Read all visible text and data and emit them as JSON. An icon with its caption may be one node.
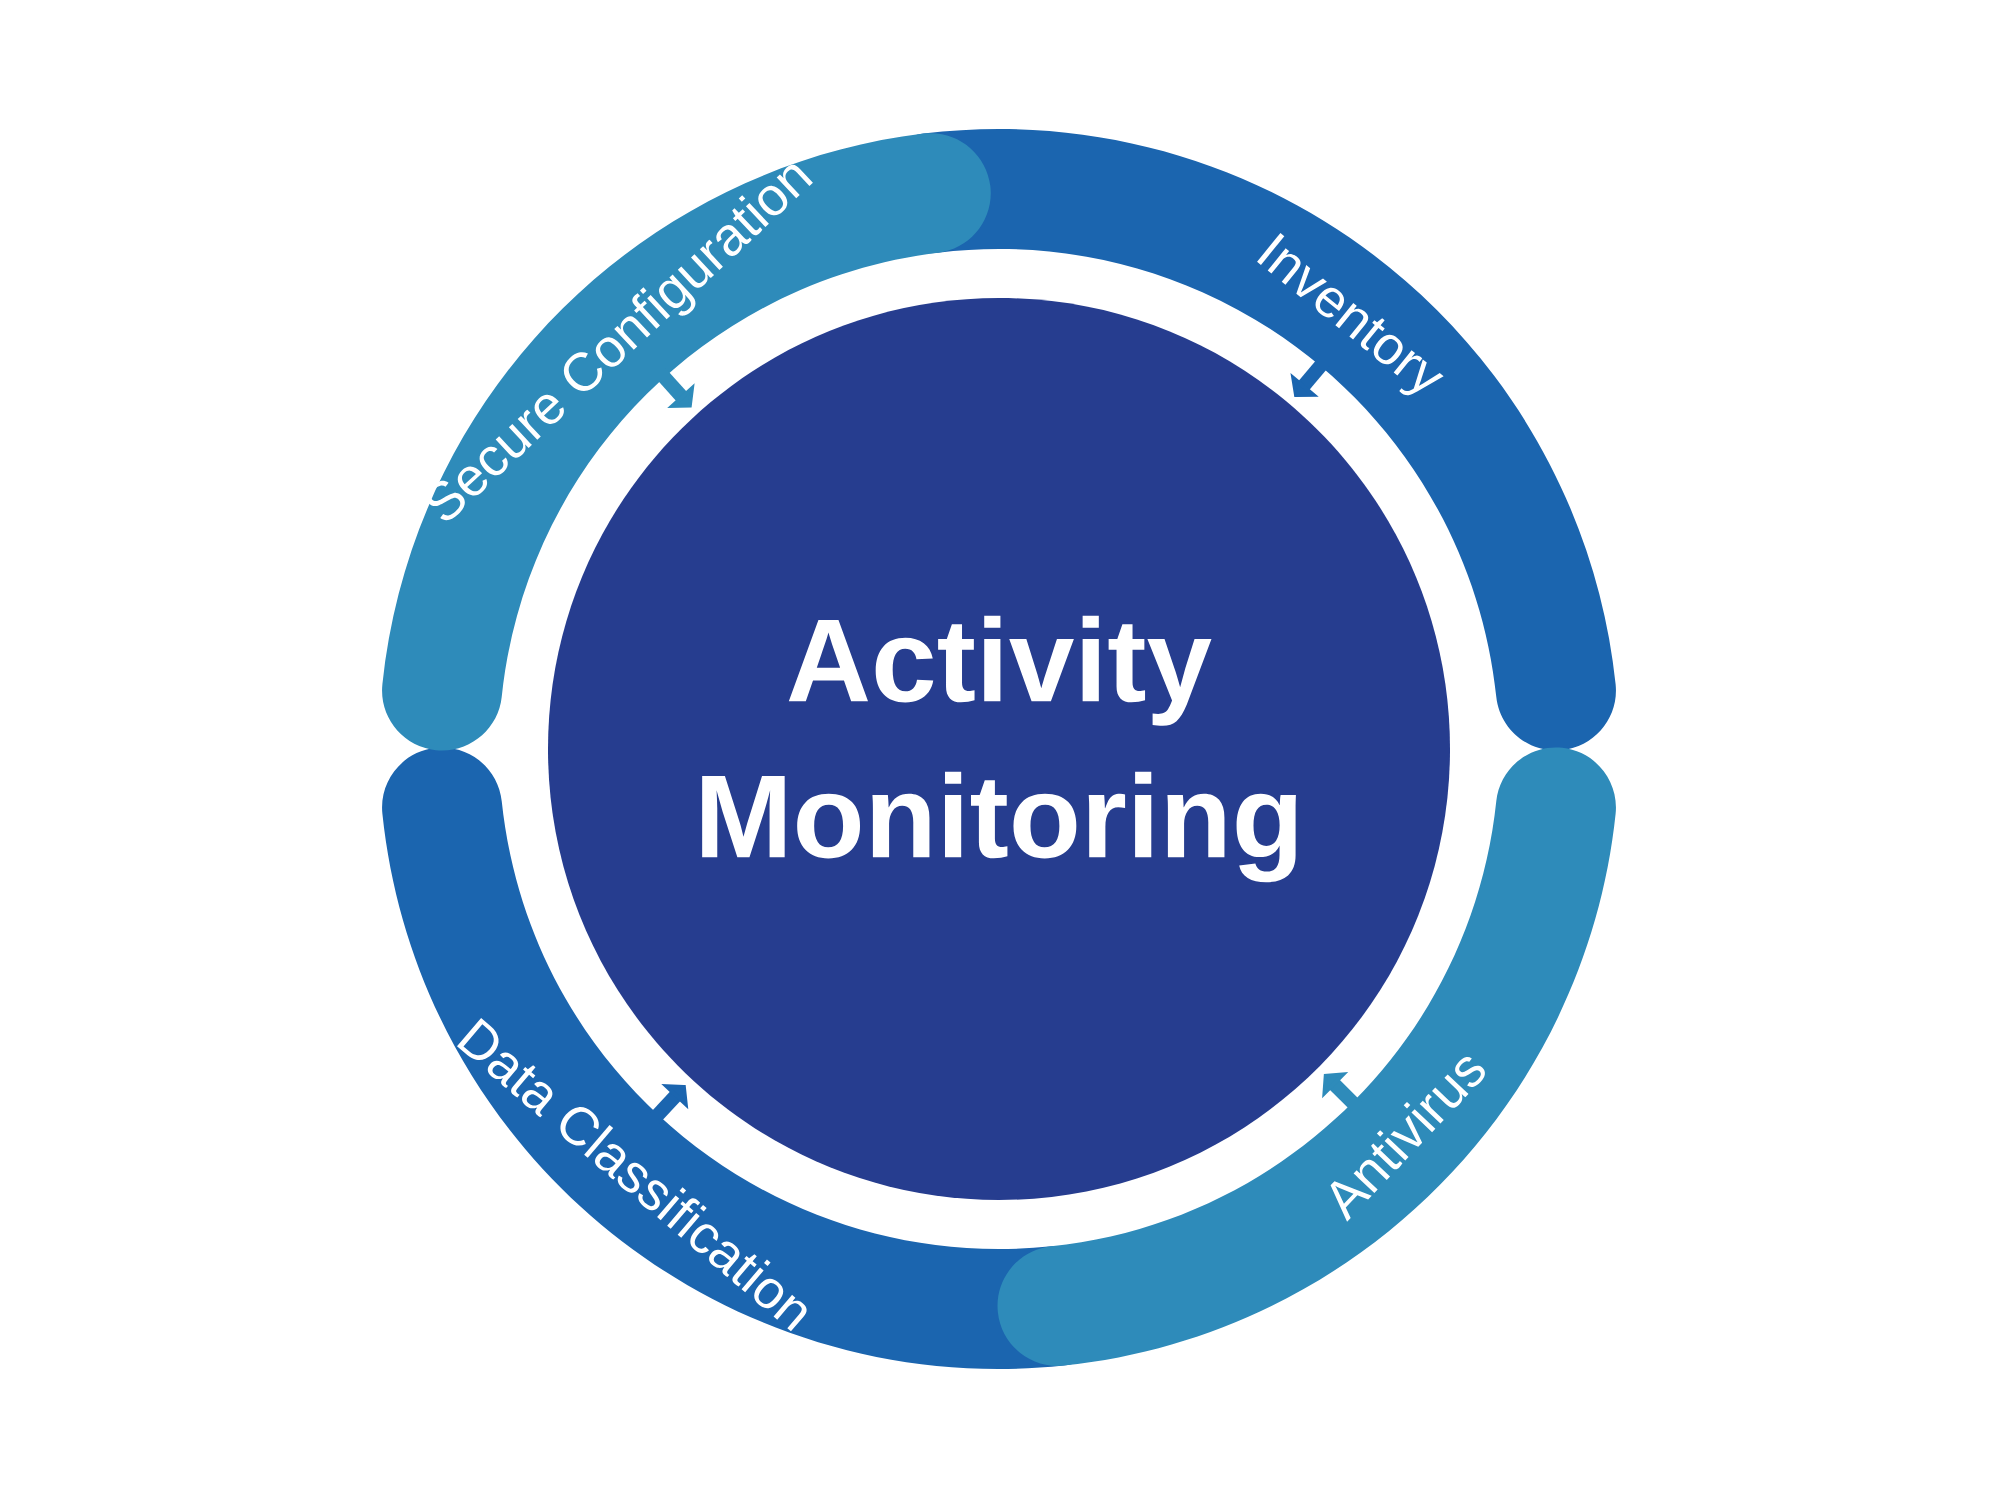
{
  "diagram": {
    "nodes": [
      {
        "text": [
          "Secure Configuration"
        ]
      },
      {
        "text": [
          "Inventory"
        ]
      },
      {
        "text": [
          "Activity Monitoring"
        ]
      },
      {
        "text": [
          "Data Classification"
        ]
      },
      {
        "text": [
          "Antivirus"
        ]
      }
    ],
    "edges": [
      {
        "from": 0,
        "to": 2,
        "arrow": "to",
        "color": "#2e8bba"
      },
      {
        "from": 1,
        "to": 2,
        "arrow": "to",
        "color": "#1b65af"
      },
      {
        "from": 4,
        "to": 2,
        "arrow": "to",
        "color": "#2e8bba"
      },
      {
        "from": 3,
        "to": 2,
        "arrow": "to",
        "color": "#1b65af"
      }
    ]
  }
}
